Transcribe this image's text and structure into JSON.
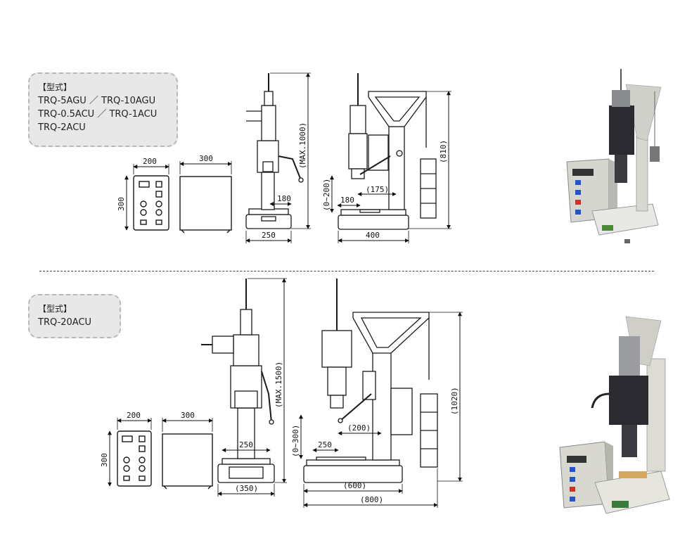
{
  "section1": {
    "model_title": "【型式】",
    "models": [
      "TRQ-5AGU ／ TRQ-10AGU",
      "TRQ-0.5ACU ／ TRQ-1ACU",
      "TRQ-2ACU"
    ],
    "dims": {
      "ctrl_w": "200",
      "ctrl_d": "300",
      "ctrl_h": "300",
      "front_reach": "180",
      "front_w": "250",
      "max_h": "(MAX.1000)",
      "side_stroke": "(0∼200)",
      "side_reach": "180",
      "side_offset": "(175)",
      "side_h": "(810)",
      "side_w": "400"
    }
  },
  "section2": {
    "model_title": "【型式】",
    "models": [
      "TRQ-20ACU"
    ],
    "dims": {
      "ctrl_w": "200",
      "ctrl_d": "300",
      "ctrl_h": "300",
      "front_inner": "250",
      "front_w": "(350)",
      "max_h": "(MAX.1500)",
      "side_stroke": "(0∼300)",
      "side_reach": "250",
      "side_offset": "(200)",
      "side_h": "(1020)",
      "side_w1": "(600)",
      "side_w2": "(800)"
    }
  },
  "colors": {
    "line": "#1a1a1a",
    "box_bg": "#e8e8e8",
    "box_border": "#b8b8b8",
    "machine_body": "#d9dcd9",
    "machine_dark": "#2a2a30"
  }
}
